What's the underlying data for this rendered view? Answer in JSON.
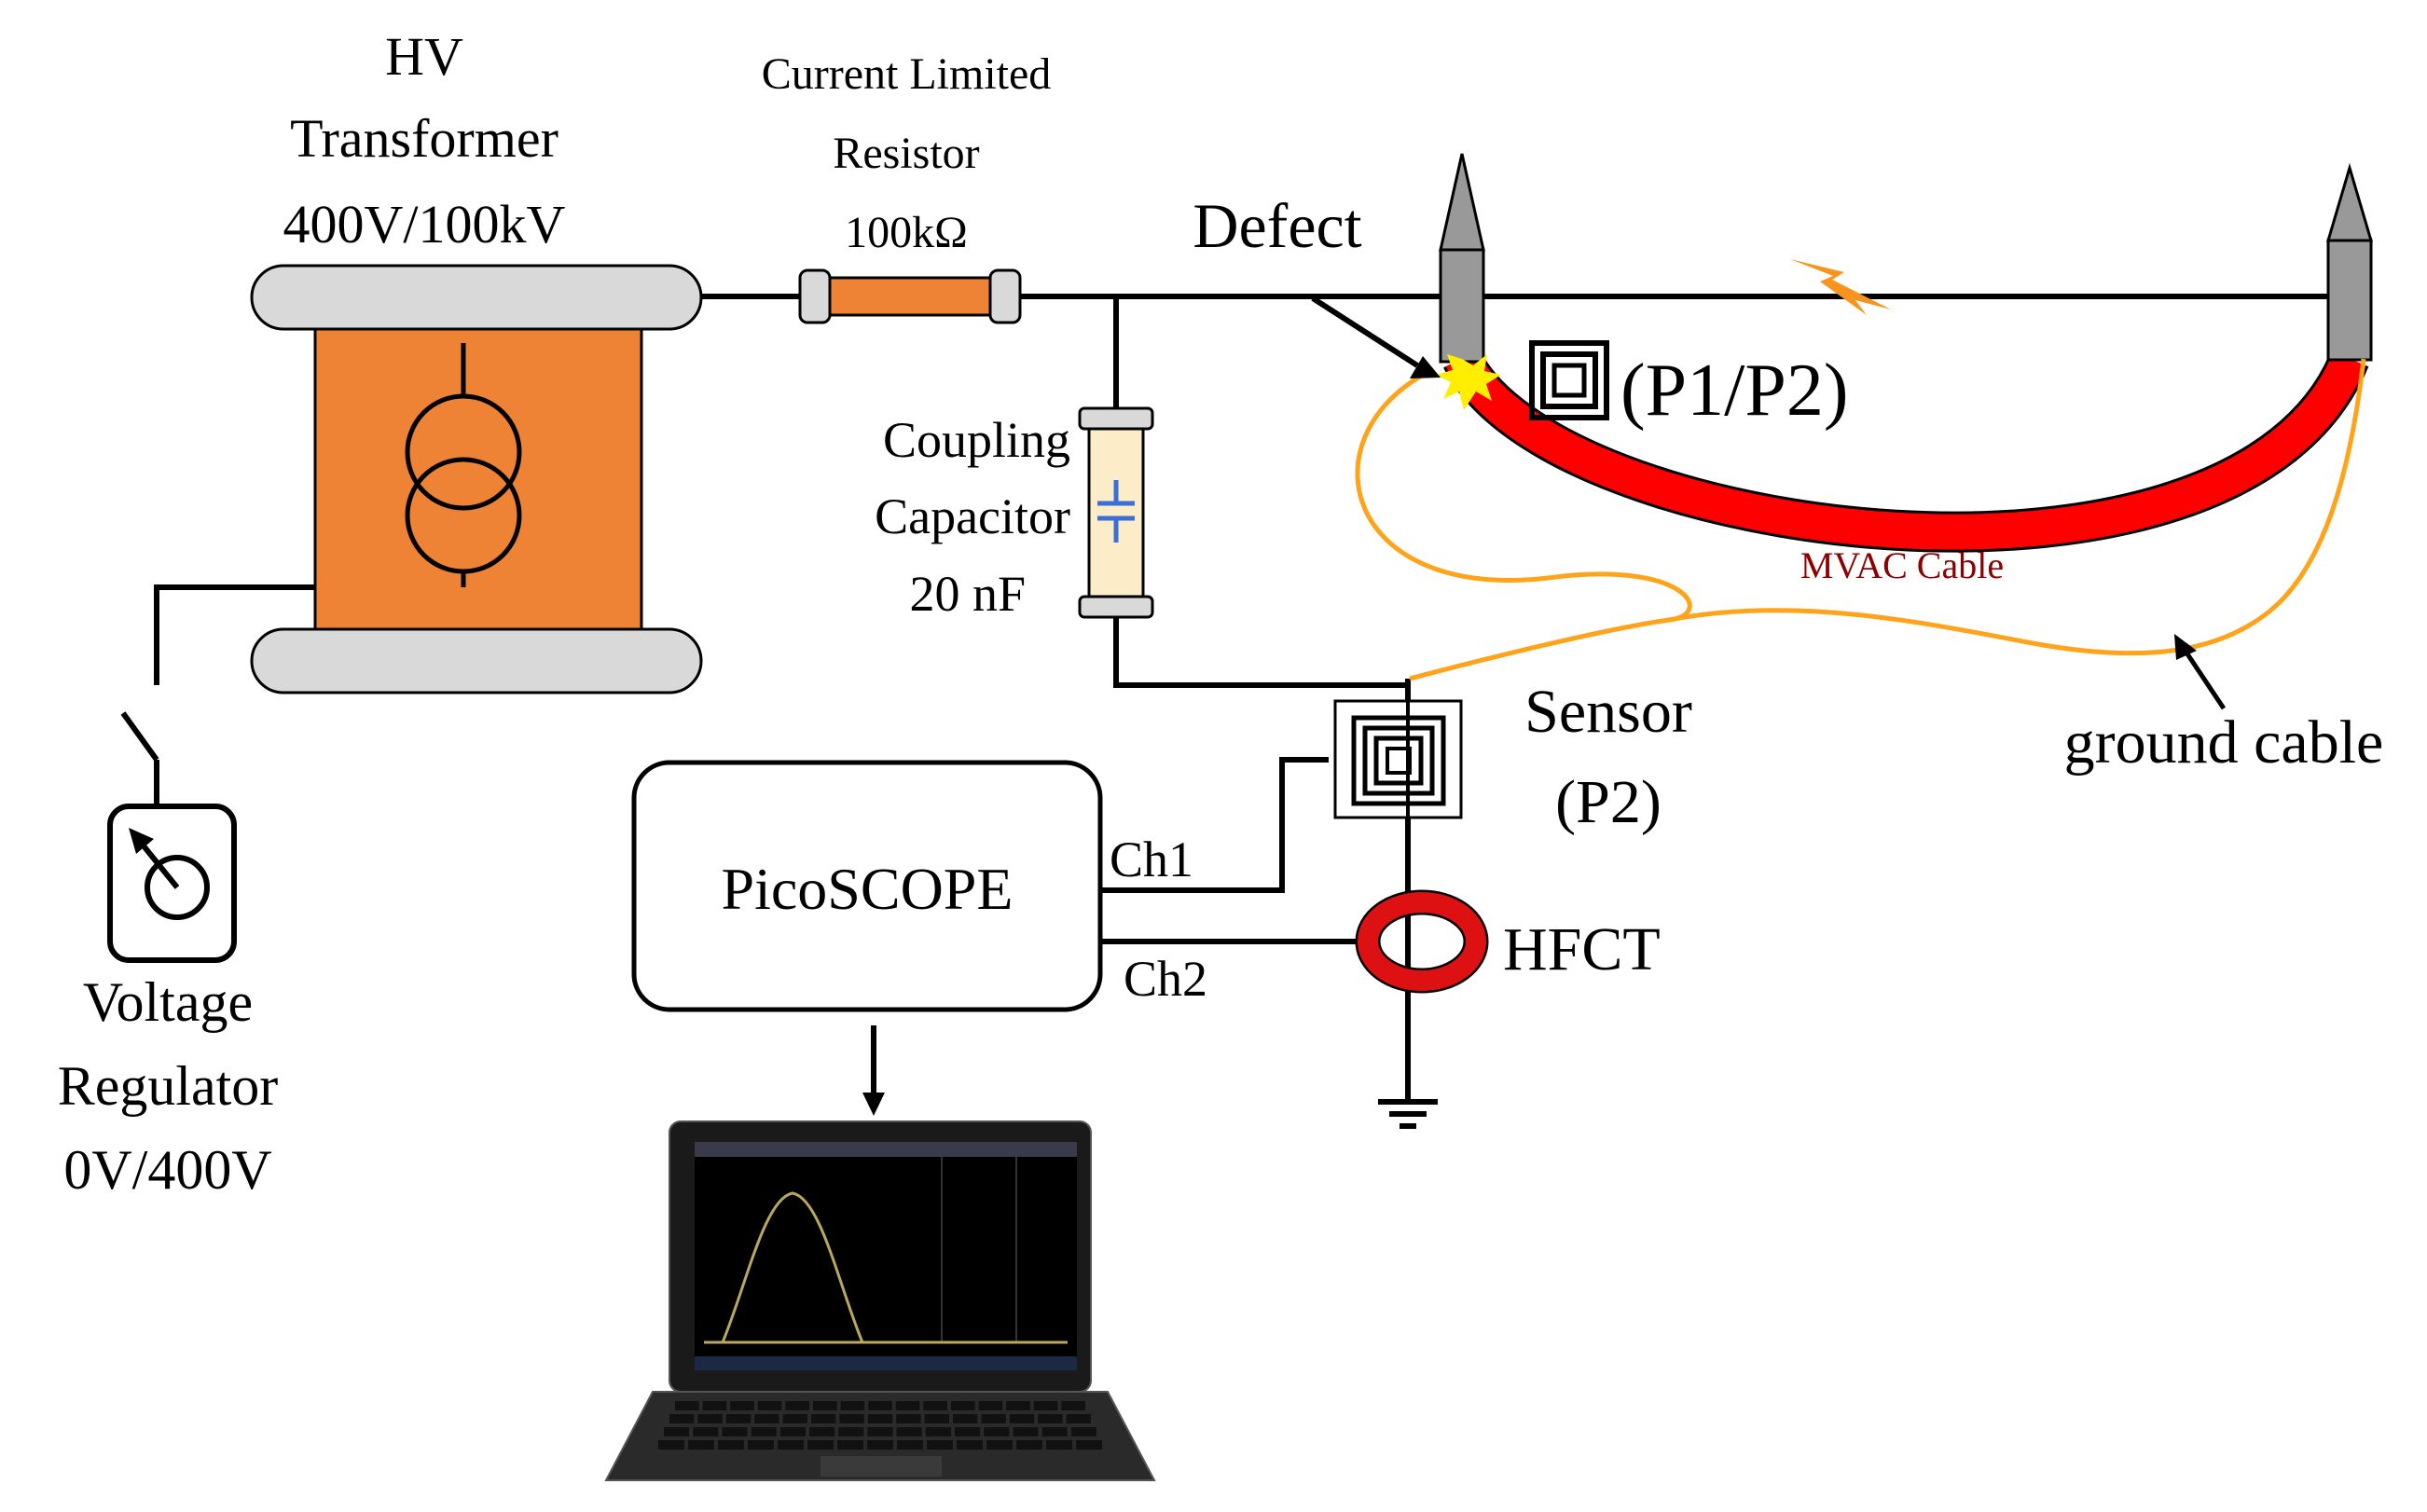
{
  "labels": {
    "transformer": [
      "HV",
      "Transformer",
      "400V/100kV"
    ],
    "resistor": [
      "Current Limited",
      "Resistor",
      "100kΩ"
    ],
    "defect": "Defect",
    "coupling_capacitor": [
      "Coupling",
      "Capacitor",
      "20 nF"
    ],
    "probe": "(P1/P2)",
    "cable": "MVAC Cable",
    "sensor": [
      "Sensor",
      "(P2)"
    ],
    "ground_cable": "ground cable",
    "scope": "PicoSCOPE",
    "ch1": "Ch1",
    "ch2": "Ch2",
    "hfct": "HFCT",
    "regulator": [
      "Voltage",
      "Regulator",
      "0V/400V"
    ]
  },
  "colors": {
    "wire": "#000000",
    "transformer_core": "#ee8336",
    "bushing": "#d9d9d9",
    "resistor": "#ee8336",
    "cable": "#ff0000",
    "ground_cable": "#ffa31a",
    "hfct": "#dd1111",
    "capacitor_body": "#fcedc8",
    "capacitor_symbol": "#3b6fd8",
    "terminal": "#999999",
    "flash": "#f7941d",
    "spark": "#ffee00"
  }
}
